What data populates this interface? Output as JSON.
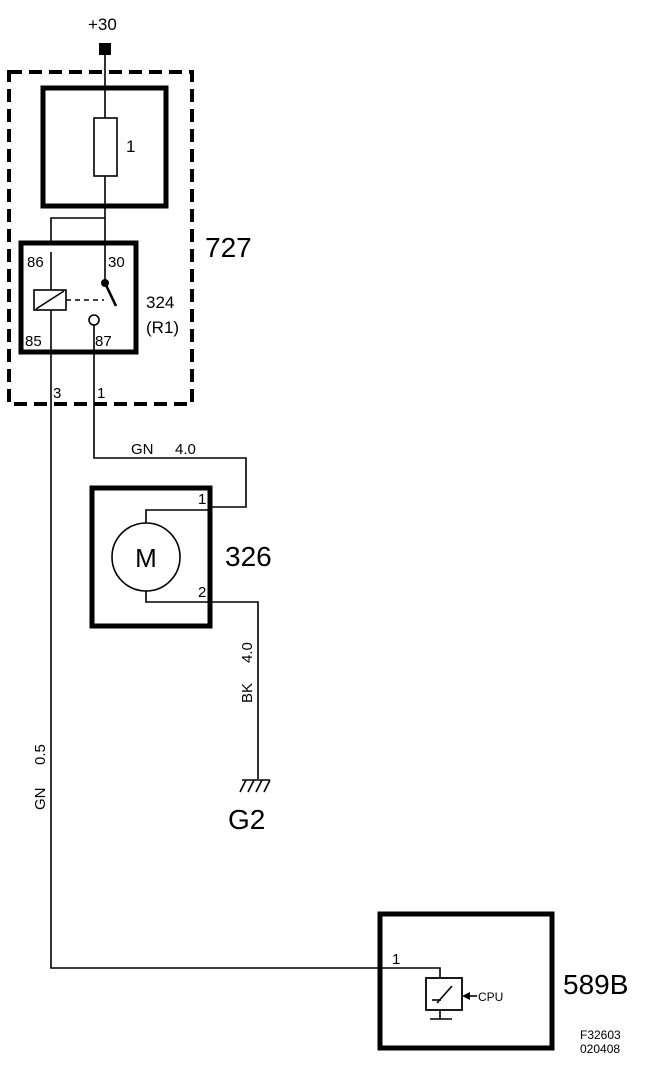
{
  "supply": {
    "label": "+30"
  },
  "fuse": {
    "number": "1"
  },
  "relay_box": {
    "id": "727"
  },
  "relay": {
    "id": "324",
    "alias": "(R1)",
    "pins": {
      "p86": "86",
      "p30": "30",
      "p85": "85",
      "p87": "87"
    }
  },
  "box_connectors": {
    "left": "3",
    "right": "1"
  },
  "wire_gn_40": {
    "color": "GN",
    "gauge": "4.0"
  },
  "motor": {
    "id": "326",
    "symbol": "M",
    "pin1": "1",
    "pin2": "2"
  },
  "wire_bk_40": {
    "color": "BK",
    "gauge": "4.0"
  },
  "ground": {
    "id": "G2"
  },
  "wire_gn_05": {
    "color": "GN",
    "gauge": "0.5"
  },
  "control_module": {
    "id": "589B",
    "pin1": "1",
    "cpu_label": "CPU"
  },
  "figure_ref": {
    "code": "F32603",
    "date": "020408"
  }
}
